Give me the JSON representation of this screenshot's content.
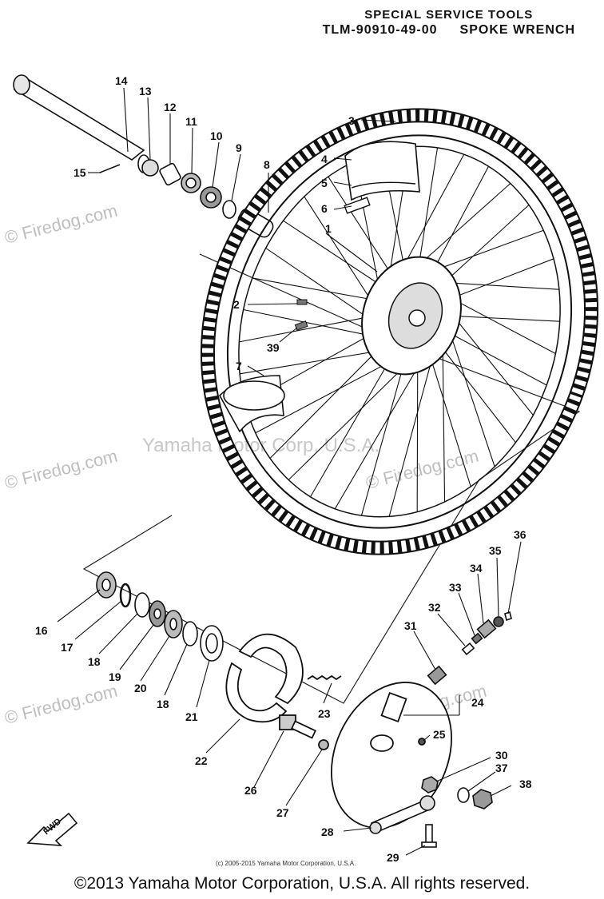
{
  "header": {
    "title": "SPECIAL SERVICE TOOLS",
    "tool_number": "TLM-90910-49-00",
    "tool_name": "SPOKE WRENCH"
  },
  "watermarks": {
    "firedog": "© Firedog.com",
    "yamaha": "Yamaha Motor Corp. U.S.A."
  },
  "fwd_label": "FWD",
  "small_copyright": "(c) 2005-2015 Yamaha Motor Corporation, U.S.A.",
  "footer": "©2013 Yamaha Motor Corporation, U.S.A. All rights reserved.",
  "part_numbers": [
    "1",
    "2",
    "3",
    "4",
    "5",
    "6",
    "7",
    "8",
    "9",
    "10",
    "11",
    "12",
    "13",
    "14",
    "15",
    "16",
    "17",
    "18",
    "19",
    "20",
    "18",
    "21",
    "22",
    "23",
    "24",
    "25",
    "26",
    "27",
    "28",
    "29",
    "30",
    "31",
    "32",
    "33",
    "34",
    "35",
    "36",
    "37",
    "38",
    "39"
  ]
}
